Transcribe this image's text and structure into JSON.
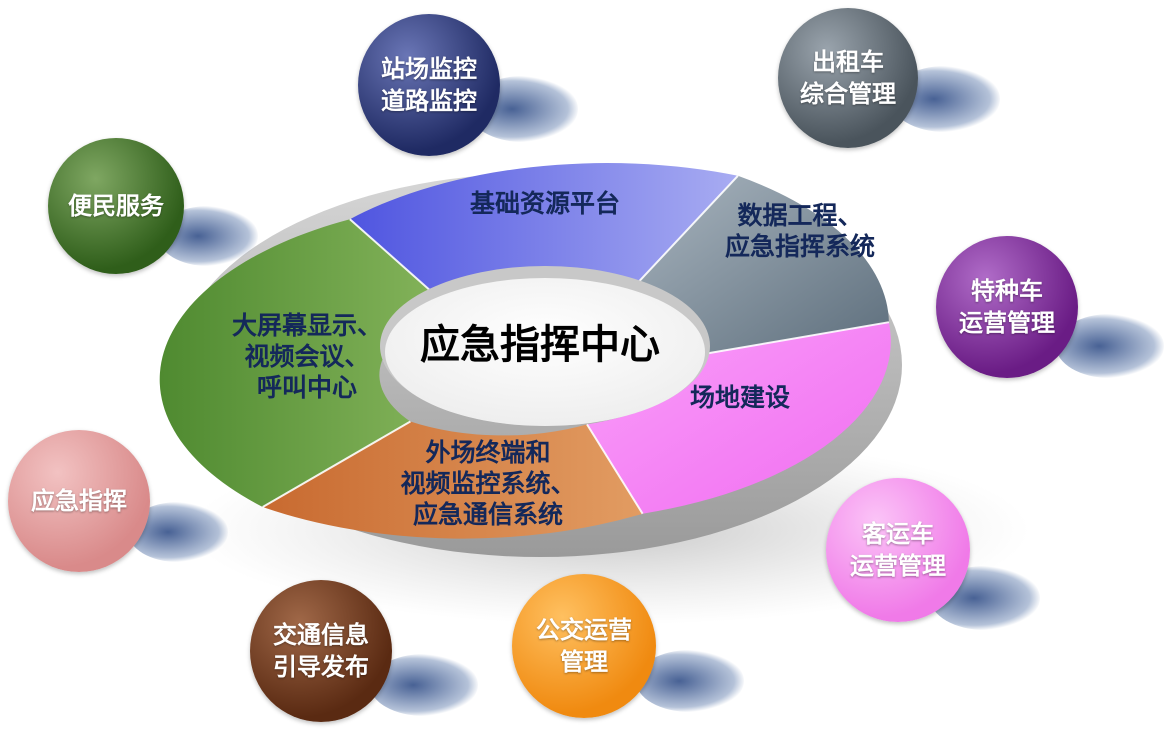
{
  "center": {
    "title": "应急指挥中心"
  },
  "segments": [
    {
      "id": "base",
      "lines": [
        "基础资源平台"
      ],
      "color": "#5a5ee0"
    },
    {
      "id": "data",
      "lines": [
        "数据工程、",
        "应急指挥系统"
      ],
      "color": "#6f818e"
    },
    {
      "id": "site",
      "lines": [
        "场地建设"
      ],
      "color": "#f58cf5"
    },
    {
      "id": "field",
      "lines": [
        "外场终端和",
        "视频监控系统、",
        "应急通信系统"
      ],
      "color": "#d88448"
    },
    {
      "id": "screen",
      "lines": [
        "大屏幕显示、",
        "视频会议、",
        "呼叫中心"
      ],
      "color": "#6fa24c"
    }
  ],
  "bubbles": [
    {
      "id": "station",
      "lines": [
        "站场监控",
        "道路监控"
      ],
      "color": "#1f2a63"
    },
    {
      "id": "taxi",
      "lines": [
        "出租车",
        "综合管理"
      ],
      "color": "#4a545c"
    },
    {
      "id": "service",
      "lines": [
        "便民服务"
      ],
      "color": "#2f5e1a"
    },
    {
      "id": "special",
      "lines": [
        "特种车",
        "运营管理"
      ],
      "color": "#6a1c85"
    },
    {
      "id": "emergency",
      "lines": [
        "应急指挥"
      ],
      "color": "#d98a8a"
    },
    {
      "id": "coach",
      "lines": [
        "客运车",
        "运营管理"
      ],
      "color": "#f07ae8"
    },
    {
      "id": "traffic",
      "lines": [
        "交通信息",
        "引导发布"
      ],
      "color": "#5a2a12"
    },
    {
      "id": "bus",
      "lines": [
        "公交运营",
        "管理"
      ],
      "color": "#f08a10"
    }
  ]
}
